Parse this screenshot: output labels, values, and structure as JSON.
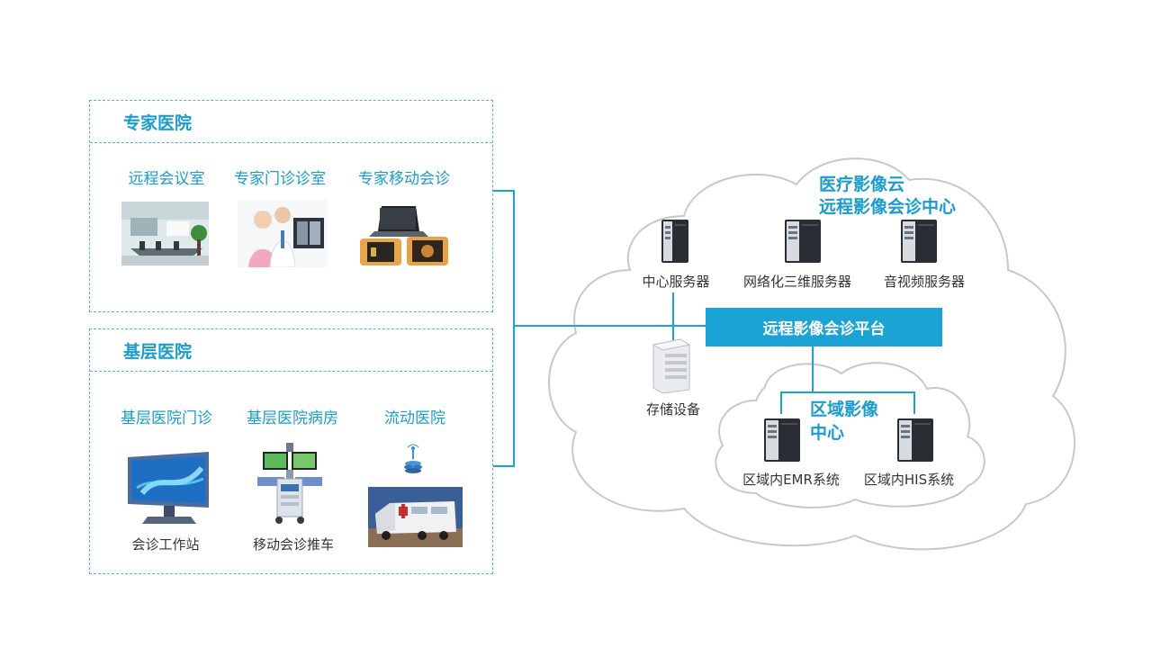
{
  "colors": {
    "accent": "#1a9ccc",
    "platform": "#1aa3d4",
    "dashed_border": "#4fb6d8",
    "cloud_outline": "#c8c8c8",
    "text": "#333333"
  },
  "expert_hospital": {
    "title": "专家医院",
    "categories": [
      "远程会议室",
      "专家门诊诊室",
      "专家移动会诊"
    ]
  },
  "primary_hospital": {
    "title": "基层医院",
    "categories": [
      "基层医院门诊",
      "基层医院病房",
      "流动医院"
    ],
    "devices": [
      "会诊工作站",
      "移动会诊推车"
    ]
  },
  "cloud": {
    "title_line1": "医疗影像云",
    "title_line2": "远程影像会诊中心",
    "servers": [
      "中心服务器",
      "网络化三维服务器",
      "音视频服务器"
    ],
    "platform": "远程影像会诊平台",
    "storage": "存储设备"
  },
  "regional": {
    "title_line1": "区域影像",
    "title_line2": "中心",
    "systems": [
      "区域内EMR系统",
      "区域内HIS系统"
    ]
  }
}
